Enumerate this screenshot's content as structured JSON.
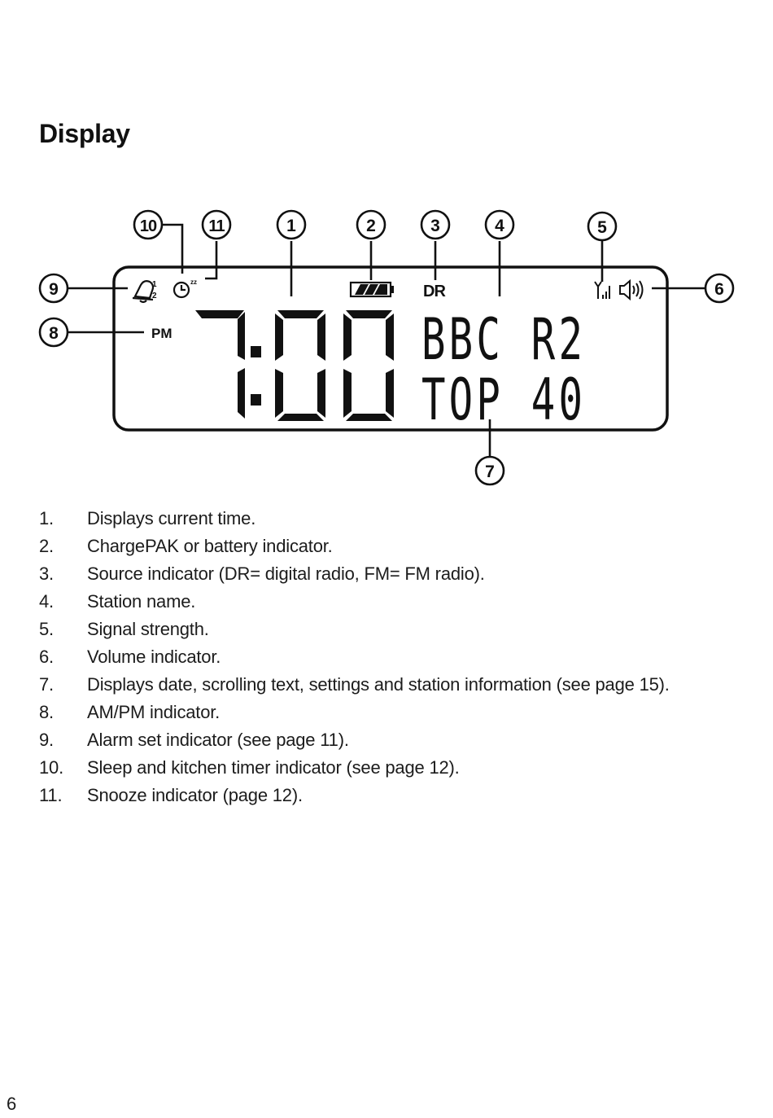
{
  "title": "Display",
  "page_number": "6",
  "lcd": {
    "time": "7:00",
    "period": "PM",
    "source": "DR",
    "line1": "BBC R2",
    "line2": "TOP 40"
  },
  "callouts": [
    "10",
    "11",
    "1",
    "2",
    "3",
    "4",
    "5",
    "9",
    "6",
    "8",
    "7"
  ],
  "legend": [
    {
      "num": "1.",
      "text": "Displays current time."
    },
    {
      "num": "2.",
      "text": "ChargePAK or battery indicator."
    },
    {
      "num": "3.",
      "text": "Source indicator (DR= digital radio, FM= FM radio)."
    },
    {
      "num": "4.",
      "text": "Station name."
    },
    {
      "num": "5.",
      "text": "Signal strength."
    },
    {
      "num": "6.",
      "text": "Volume indicator."
    },
    {
      "num": "7.",
      "text": "Displays date, scrolling text, settings and station information (see page 15)."
    },
    {
      "num": "8.",
      "text": "AM/PM indicator."
    },
    {
      "num": "9.",
      "text": "Alarm set indicator (see page 11)."
    },
    {
      "num": "10.",
      "text": "Sleep and kitchen timer indicator (see page 12)."
    },
    {
      "num": "11.",
      "text": "Snooze indicator (page 12)."
    }
  ],
  "icons": {
    "alarm": "alarm-bell-icon",
    "timer": "timer-clock-icon",
    "battery": "battery-icon",
    "signal": "signal-strength-icon",
    "volume": "speaker-volume-icon"
  }
}
